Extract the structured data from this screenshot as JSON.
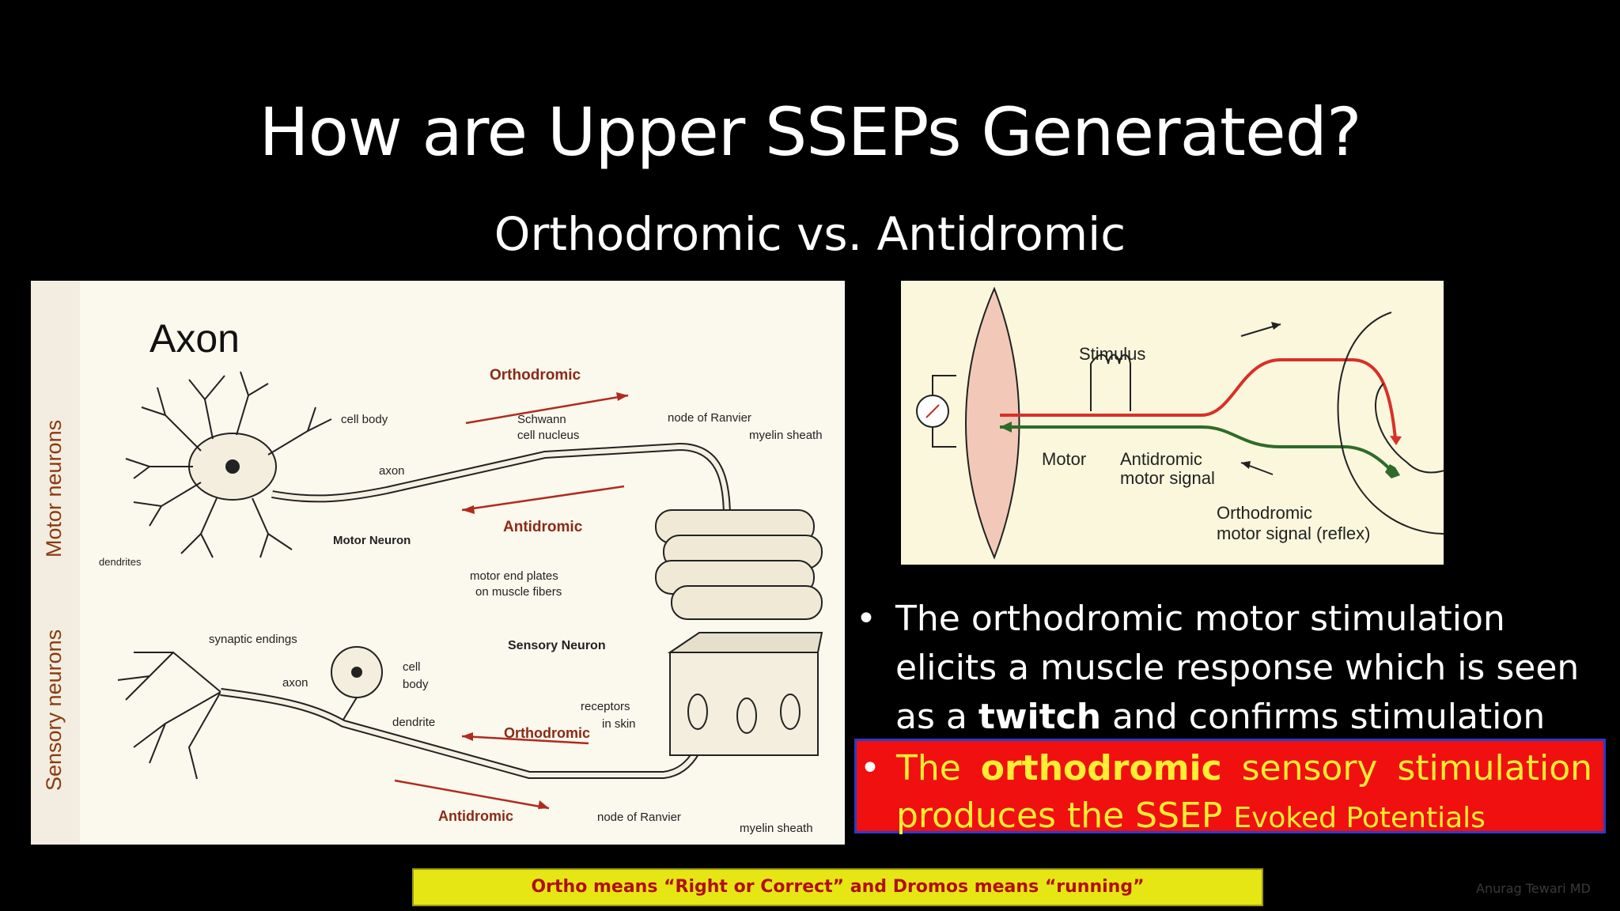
{
  "slide": {
    "title": "How are Upper SSEPs Generated?",
    "subtitle": "Orthodromic vs. Antidromic",
    "note": "Ortho means “Right or Correct” and Dromos means “running”",
    "credit": "Anurag Tewari MD"
  },
  "left_figure": {
    "heading": "Axon",
    "motor_side_label": "Motor neurons",
    "sensory_side_label": "Sensory neurons",
    "motor": {
      "orthodromic": "Orthodromic",
      "antidromic": "Antidromic",
      "cell_body": "cell body",
      "schwann_1": "Schwann",
      "schwann_2": "cell nucleus",
      "node_of_ranvier": "node of Ranvier",
      "myelin_sheath": "myelin sheath",
      "axon": "axon",
      "dendrites": "dendrites",
      "neuron_name": "Motor Neuron",
      "end_plates_1": "motor end plates",
      "end_plates_2": "on muscle fibers"
    },
    "sensory": {
      "synaptic_endings": "synaptic endings",
      "neuron_name": "Sensory Neuron",
      "cell": "cell",
      "body": "body",
      "axon": "axon",
      "dendrite": "dendrite",
      "receptors_1": "receptors",
      "receptors_2": "in skin",
      "orthodromic": "Orthodromic",
      "antidromic": "Antidromic",
      "node_of_ranvier": "node of Ranvier",
      "myelin_sheath": "myelin sheath"
    }
  },
  "right_figure": {
    "stimulus": "Stimulus",
    "motor": "Motor",
    "antidromic_1": "Antidromic",
    "antidromic_2": "motor signal",
    "orthodromic_1": "Orthodromic",
    "orthodromic_2": "motor signal (reflex)"
  },
  "bullets": {
    "b1_pre": "The orthodromic motor stimulation elicits a muscle response which is seen as a ",
    "b1_bold": "twitch",
    "b1_post": " and confirms stimulation",
    "b2_w1": "The",
    "b2_w2": "orthodromic",
    "b2_w3": "sensory",
    "b2_w4": "stimulation",
    "b2_line2": "produces the SSEP",
    "b2_small": "Evoked Potentials"
  },
  "colors": {
    "background": "#000000",
    "highlight_box": "#f01010",
    "highlight_text": "#ffee33",
    "note_box": "#e6e615",
    "note_text": "#b01010",
    "figure_red_arrow": "#b02a1e",
    "signal_red": "#d8302a",
    "signal_green": "#2e6b2a"
  }
}
